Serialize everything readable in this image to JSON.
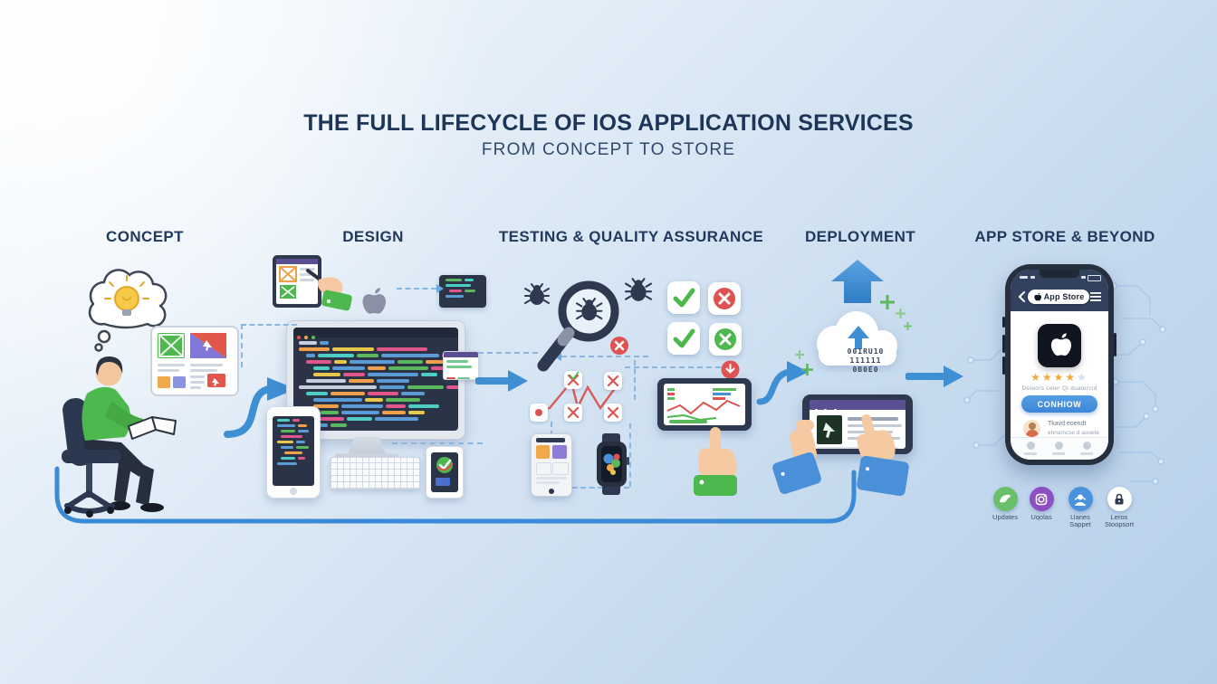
{
  "header": {
    "title": "THE FULL LIFECYCLE OF IOS APPLICATION SERVICES",
    "subtitle": "FROM CONCEPT TO STORE"
  },
  "stages": {
    "concept": "CONCEPT",
    "design": "DESIGN",
    "testing": "TESTING & QUALITY ASSURANCE",
    "deployment": "DEPLOYMENT",
    "appstore": "APP STORE & BEYOND"
  },
  "deployment_cloud": {
    "binary_line1": "001RU10",
    "binary_line2": "111111",
    "binary_line3": "0B0E0"
  },
  "phone": {
    "nav_pill": "App Store",
    "stars_filled": "★★★★",
    "stars_empty": "★",
    "caption": "Deteors celer Qi duatercid",
    "button": "CONHIOW",
    "review_line1": "Tkavd eoendt",
    "review_line2": "ennamcse d aooete"
  },
  "services": {
    "item1": "Updates",
    "item2": "Uqolas",
    "item3": "Uanes Sappet",
    "item4": "Leros Stoopsort"
  },
  "colors": {
    "accent_blue": "#3f8fd4",
    "navy_text": "#1d3556",
    "green": "#4db84e",
    "red": "#e05252",
    "orange_star": "#f0a93c",
    "purple_bar": "#5a4f92"
  }
}
